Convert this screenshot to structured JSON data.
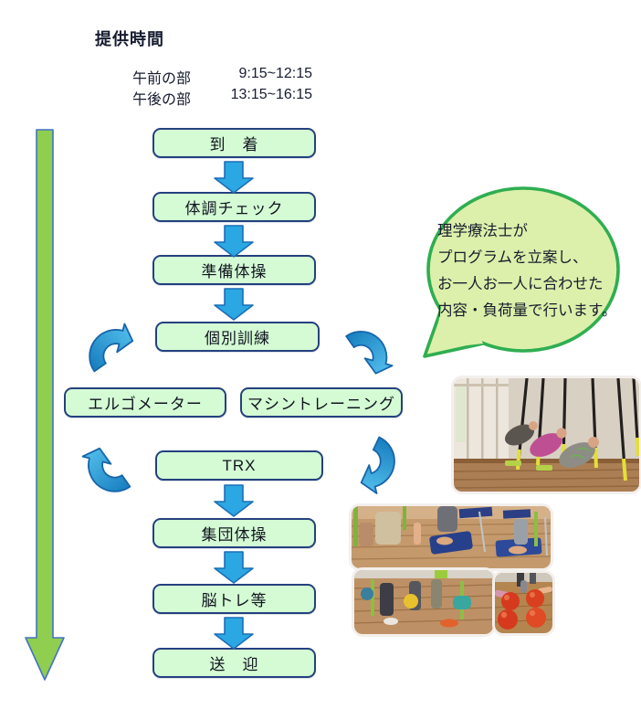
{
  "header": {
    "title": "提供時間",
    "sessions": [
      {
        "label": "午前の部",
        "time": "9:15~12:15"
      },
      {
        "label": "午後の部",
        "time": "13:15~16:15"
      }
    ]
  },
  "flow": {
    "boxes": [
      {
        "id": "arrival",
        "label": "到　着"
      },
      {
        "id": "health-check",
        "label": "体調チェック"
      },
      {
        "id": "warmup-exercise",
        "label": "準備体操"
      },
      {
        "id": "individual-training",
        "label": "個別訓練"
      },
      {
        "id": "ergometer",
        "label": "エルゴメーター"
      },
      {
        "id": "machine-training",
        "label": "マシントレーニング"
      },
      {
        "id": "trx",
        "label": "TRX"
      },
      {
        "id": "group-exercise",
        "label": "集団体操"
      },
      {
        "id": "brain-training",
        "label": "脳トレ等"
      },
      {
        "id": "send-off",
        "label": "送　迎"
      }
    ]
  },
  "bubble": {
    "lines": [
      "理学療法士が",
      "プログラムを立案し、",
      "お一人お一人に合わせた",
      "内容・負荷量で行います。"
    ]
  },
  "icons": {
    "timeline_arrow": "green-down-arrow",
    "step_arrow": "blue-down-arrow",
    "cycle_arrows": [
      "cycle-arrow-top-left",
      "cycle-arrow-top-right",
      "cycle-arrow-bottom-right",
      "cycle-arrow-bottom-left"
    ]
  },
  "photos": [
    {
      "name": "trx-suspension-training-photo"
    },
    {
      "name": "towel-gather-exercise-photo"
    },
    {
      "name": "seated-ball-circle-photo"
    },
    {
      "name": "red-exercise-balls-photo"
    }
  ],
  "colors": {
    "box_fill": "#d4fbd4",
    "box_border": "#24417e",
    "arrow_blue": "#2ba7e3",
    "arrow_blue_border": "#1b6fb5",
    "arrow_green": "#8fce4e",
    "arrow_green_border": "#4472c4",
    "bubble_fill": "#dcf0ab",
    "bubble_border": "#2fae51",
    "text": "#161c30"
  }
}
